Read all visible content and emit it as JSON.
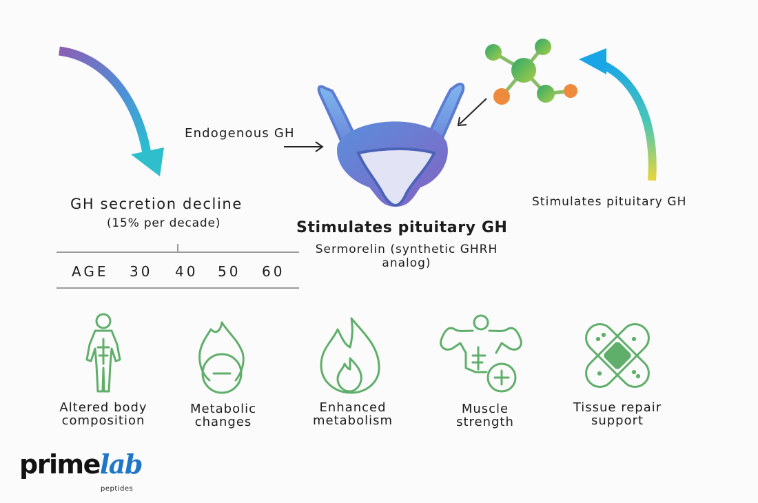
{
  "decline": {
    "title": "GH secretion decline",
    "subtitle": "(15% per decade)"
  },
  "age_axis": {
    "label": "AGE",
    "ticks": [
      "30",
      "40",
      "50",
      "60"
    ]
  },
  "pituitary": {
    "endogenous_label": "Endogenous GH",
    "main_label": "Stimulates pituitary GH",
    "drug_label": "Sermorelin (synthetic GHRH analog)"
  },
  "molecule_cycle": {
    "label": "Stimulates pituitary GH"
  },
  "effects": [
    {
      "label": "Altered body composition",
      "icon": "body-outline-icon"
    },
    {
      "label": "Metabolic changes",
      "icon": "flame-minus-icon"
    },
    {
      "label": "Enhanced metabolism",
      "icon": "flame-icon"
    },
    {
      "label": "Muscle strength",
      "icon": "muscle-plus-icon"
    },
    {
      "label": "Tissue repair support",
      "icon": "bandage-icon"
    }
  ],
  "logo": {
    "part1": "prime",
    "part2": "lab",
    "tagline": "peptides"
  },
  "colors": {
    "icon_green": "#5fae6a",
    "gradient_purple": "#8b5fb4",
    "gradient_cyan": "#27b8d6",
    "gradient_yellow": "#e7d23a",
    "brand_blue": "#1e76c8"
  }
}
